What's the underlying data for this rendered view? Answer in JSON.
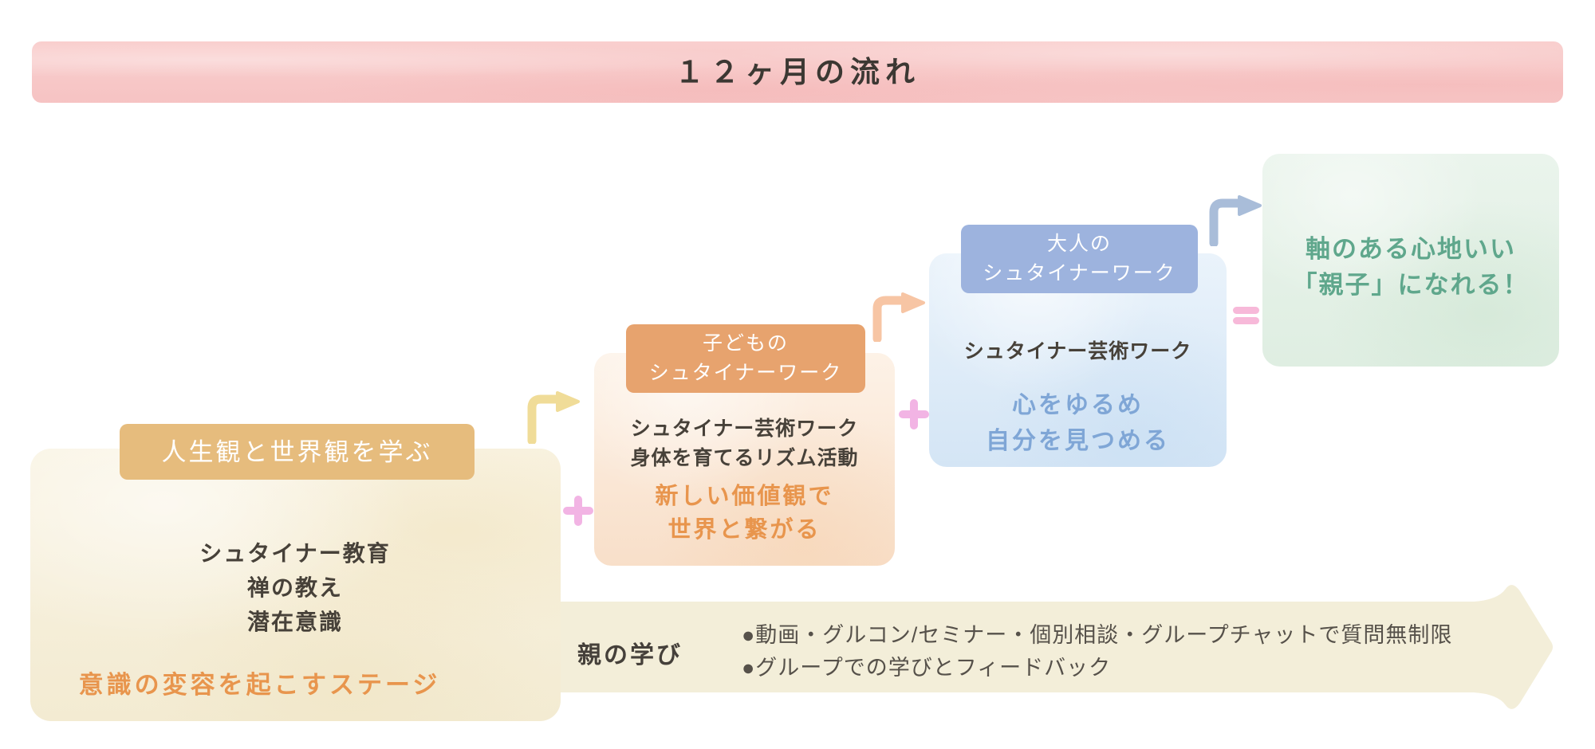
{
  "banner": {
    "title": "１２ヶ月の流れ"
  },
  "stage1": {
    "header": "人生観と世界観を学ぶ",
    "line1": "シュタイナー教育",
    "line2": "禅の教え",
    "line3": "潜在意識",
    "highlight": "意識の変容を起こすステージ"
  },
  "stage2": {
    "header_line1": "子どもの",
    "header_line2": "シュタイナーワーク",
    "line1": "シュタイナー芸術ワーク",
    "line2": "身体を育てるリズム活動",
    "highlight_line1": "新しい価値観で",
    "highlight_line2": "世界と繋がる"
  },
  "stage3": {
    "header_line1": "大人の",
    "header_line2": "シュタイナーワーク",
    "line1": "シュタイナー芸術ワーク",
    "highlight_line1": "心をゆるめ",
    "highlight_line2": "自分を見つめる"
  },
  "result": {
    "line1": "軸のある心地いい",
    "line2": "「親子」になれる！"
  },
  "parent_learning": {
    "label": "親の学び",
    "bullet1": "●動画・グルコン/セミナー・個別相談・グループチャットで質問無制限",
    "bullet2": "●グループでの学びとフィードバック"
  },
  "operators": {
    "plus": "+",
    "equals": "="
  },
  "colors": {
    "banner_pink": "#f8c9c8",
    "title_text": "#3c3833",
    "stage1_header": "#e6bc7d",
    "stage1_body": "#f6efdb",
    "stage2_header": "#e7a36e",
    "stage2_body": "#fbe8d7",
    "stage3_header": "#9db3de",
    "stage3_body": "#dcebf7",
    "result_body": "#e3efe5",
    "dark_text": "#474139",
    "orange_accent_text": "#e8954d",
    "blue_accent_text": "#7fa6d6",
    "green_accent_text": "#5fa78c",
    "arrow_yellow": "#f0dc98",
    "arrow_peach": "#f7c5a4",
    "arrow_bluegray": "#a9bdd9",
    "plus_pink": "#f2b4e4",
    "equals_pink": "#f7b9d9",
    "bottom_arrow_beige": "#f3eed9"
  }
}
